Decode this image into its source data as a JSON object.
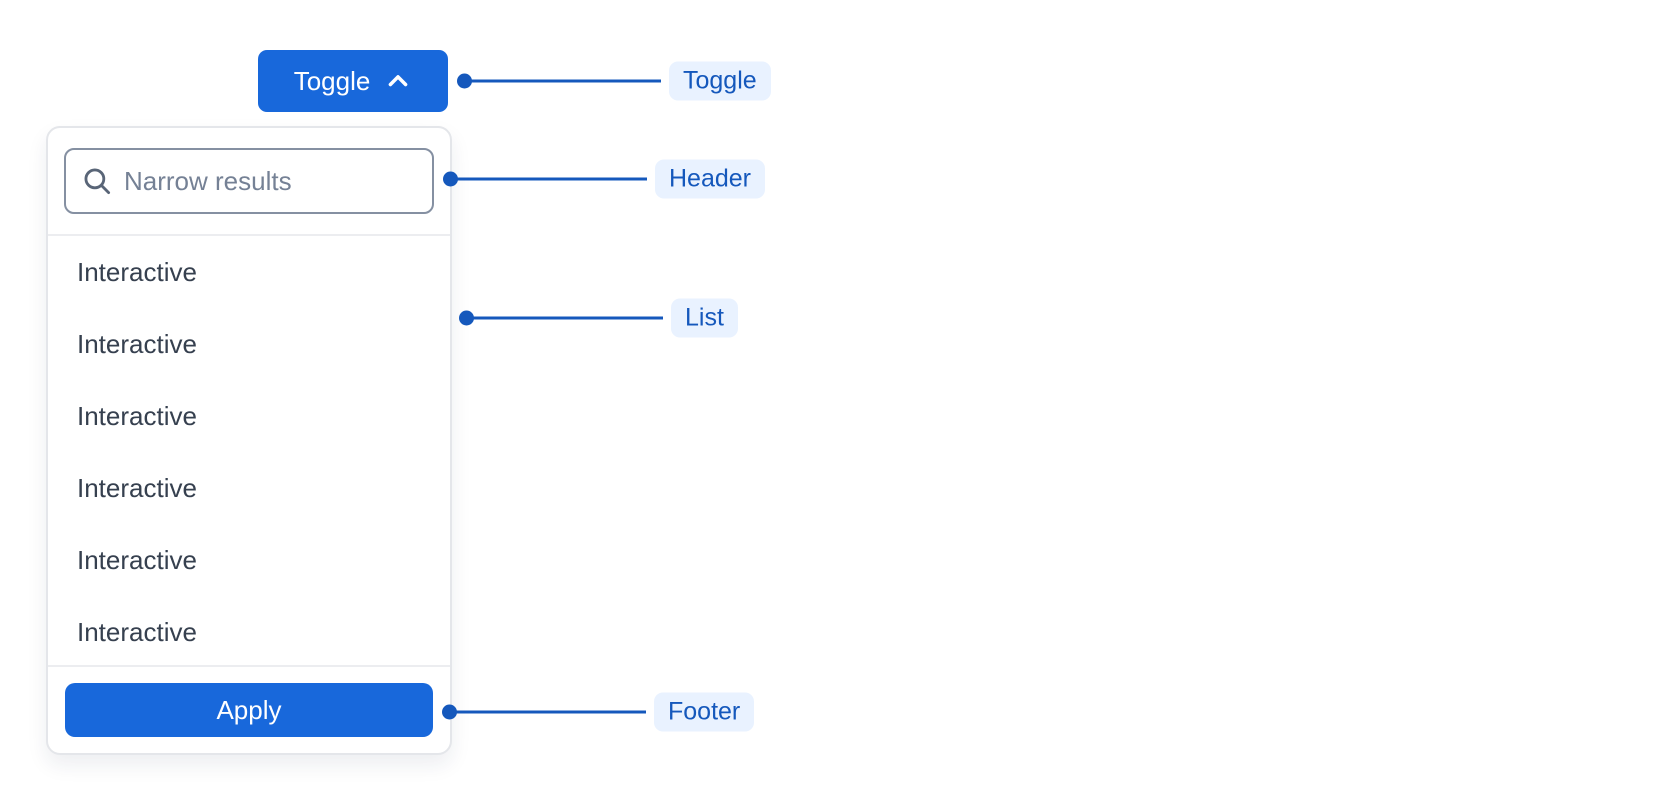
{
  "toggle": {
    "label": "Toggle",
    "icon": "chevron-up-icon"
  },
  "dropdown": {
    "header": {
      "icon": "search-icon",
      "search_placeholder": "Narrow results",
      "search_value": ""
    },
    "list": {
      "items": [
        "Interactive",
        "Interactive",
        "Interactive",
        "Interactive",
        "Interactive",
        "Interactive"
      ]
    },
    "footer": {
      "apply_label": "Apply"
    }
  },
  "annotations": [
    {
      "label": "Toggle"
    },
    {
      "label": "Header"
    },
    {
      "label": "List"
    },
    {
      "label": "Footer"
    }
  ],
  "colors": {
    "accent_blue": "#1868DB",
    "annotation_blue": "#1558BC",
    "annotation_pill_bg": "#E9F2FF",
    "list_text": "#36404F",
    "placeholder_text": "#758195",
    "input_border": "#8590A2",
    "panel_border": "#E4E6EA",
    "divider": "#ECEDF0"
  }
}
